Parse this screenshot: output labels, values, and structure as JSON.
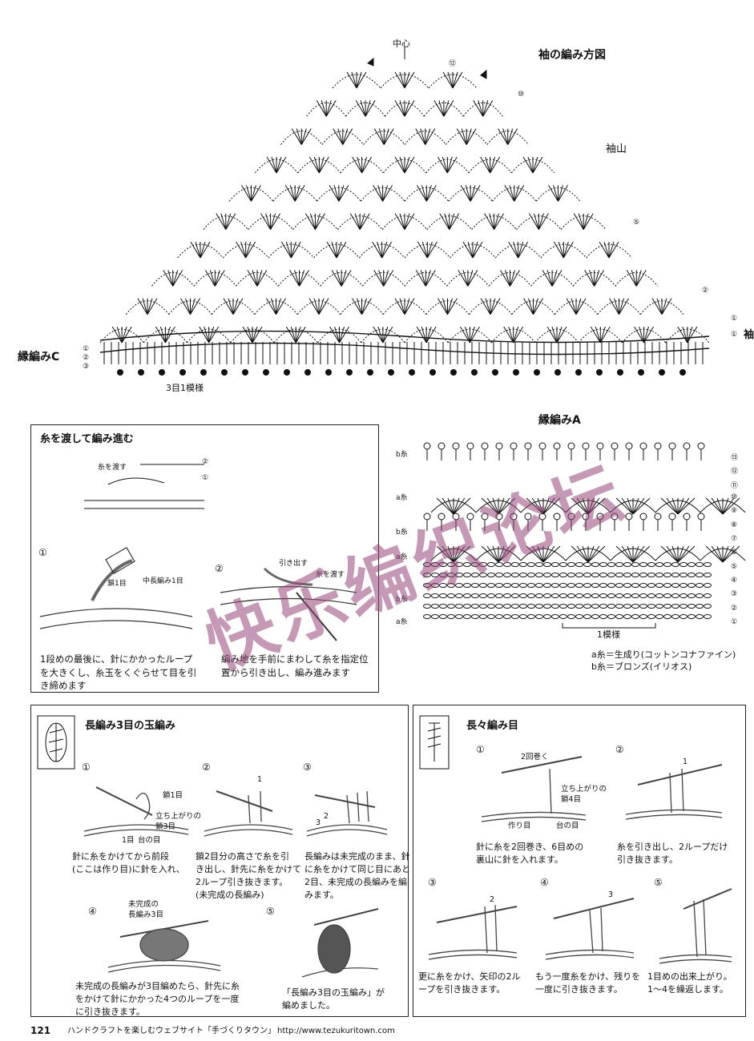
{
  "sleeve": {
    "title": "袖の編み方図",
    "center": "中心",
    "cap_label": "袖山",
    "row_labels": [
      "⑫",
      "⑩",
      "⑤",
      "②",
      "①",
      "①"
    ],
    "side_label": "袖",
    "edging_label": "縁編みC",
    "edging_rows": [
      "①",
      "②",
      "③"
    ],
    "repeat_label": "3目1模様"
  },
  "edging_a": {
    "title": "縁編みA",
    "yarn_labels": [
      "b糸",
      "a糸",
      "b糸",
      "a糸",
      "b糸",
      "a糸"
    ],
    "row_labels": [
      "⑬",
      "⑫",
      "⑪",
      "⑩",
      "⑨",
      "⑧",
      "⑦",
      "⑥",
      "⑤",
      "④",
      "③",
      "②",
      "①"
    ],
    "repeat_label": "1模様",
    "yarn_a": "a糸＝生成り(コットンコナファイン)",
    "yarn_b": "b糸＝ブロンズ(イリオス)"
  },
  "panel_carry": {
    "title": "糸を渡して編み進む",
    "diagram_label": "糸を渡す",
    "diagram_rows": [
      "②",
      "①"
    ],
    "step1_num": "①",
    "step1_labels": [
      "鎖1目",
      "中長編み1目"
    ],
    "step1_caption": "1段めの最後に、針にかかったループ\nを大きくし、糸玉をくぐらせて目を引\nき締めます",
    "step2_num": "②",
    "step2_labels": [
      "引き出す",
      "糸を渡す"
    ],
    "step2_caption": "編み地を手前にまわして糸を指定位\n置から引き出し、編み進みます"
  },
  "panel_bobble": {
    "title": "長編み3目の玉編み",
    "s1": {
      "num": "①",
      "labels": [
        "鎖1目",
        "立ち上がりの\n鎖3目",
        "1目",
        "台の目"
      ],
      "caption": "針に糸をかけてから前段\n(ここは作り目)に針を入れ、"
    },
    "s2": {
      "num": "②",
      "labels": [
        "1"
      ],
      "caption": "鎖2目分の高さで糸を引\nき出し、針先に糸をかけて\n2ループ引き抜きます。\n(未完成の長編み)"
    },
    "s3": {
      "num": "③",
      "labels": [
        "2",
        "3"
      ],
      "caption": "長編みは未完成のまま、針\nに糸をかけて同じ目にあと\n2目、未完成の長編みを編\nみます。"
    },
    "s4": {
      "num": "④",
      "labels": [
        "未完成の\n長編み3目"
      ],
      "caption": "未完成の長編みが3目編めたら、針先に糸\nをかけて針にかかった4つのループを一度\nに引き抜きます。"
    },
    "s5": {
      "num": "⑤",
      "caption": "「長編み3目の玉編み」が\n編めました。"
    }
  },
  "panel_dtr": {
    "title": "長々編み目",
    "s1": {
      "num": "①",
      "labels": [
        "2回巻く",
        "立ち上がりの\n鎖4目",
        "作り目",
        "台の目"
      ],
      "caption": "針に糸を2回巻き、6目めの\n裏山に針を入れます。"
    },
    "s2": {
      "num": "②",
      "labels": [
        "1"
      ],
      "caption": "糸を引き出し、2ループだけ\n引き抜きます。"
    },
    "s3": {
      "num": "③",
      "labels": [
        "2"
      ],
      "caption": "更に糸をかけ、矢印の2ル\nープを引き抜きます。"
    },
    "s4": {
      "num": "④",
      "labels": [
        "3"
      ],
      "caption": "もう一度糸をかけ、残りを\n一度に引き抜きます。"
    },
    "s5": {
      "num": "⑤",
      "caption": "1目めの出来上がり。\n1〜4を繰返します。"
    }
  },
  "footer": {
    "page": "121",
    "text": "ハンドクラフトを楽しむウェブサイト「手づくりタウン」",
    "url": "http://www.tezukuritown.com"
  },
  "watermark": "快乐编织论坛"
}
